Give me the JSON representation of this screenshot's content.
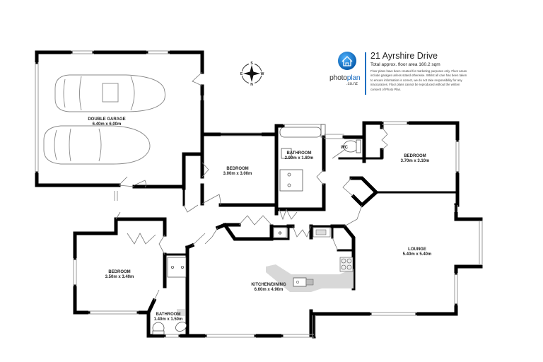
{
  "header": {
    "title": "21 Ayrshire Drive",
    "subtitle": "Total approx. floor area 160.2 sqm",
    "disclaimer": "Floor plans have been created for marketing purposes only. Floor areas include garages unless stated otherwise. Whilst all care has been taken to ensure information is correct, we do not take responsibility for any inaccuracies. Floor plans cannot be reproduced without the written consent of Photo Plan.",
    "logo": {
      "text_main": "photo",
      "text_accent": "plan",
      "text_sub": ".co.nz",
      "icon": "house-icon",
      "accent_color": "#1e6fc2"
    }
  },
  "compass": {
    "top": "S",
    "bottom": "N",
    "left": "E",
    "right": "W",
    "icon": "compass-rose-icon"
  },
  "rooms": [
    {
      "name": "DOUBLE GARAGE",
      "dimensions": "6.40m  x 6.00m"
    },
    {
      "name": "BEDROOM",
      "dimensions": "3.00m  x 3.00m"
    },
    {
      "name": "BATHROOM",
      "dimensions": "2.90m  x 1.80m"
    },
    {
      "name": "WC",
      "dimensions": ""
    },
    {
      "name": "BEDROOM",
      "dimensions": "3.70m  x 3.10m"
    },
    {
      "name": "BEDROOM",
      "dimensions": "3.50m  x 3.40m"
    },
    {
      "name": "KITCHEN/DINING",
      "dimensions": "6.60m  x 4.90m"
    },
    {
      "name": "LOUNGE",
      "dimensions": "5.40m  x 5.40m"
    },
    {
      "name": "BATHROOM",
      "dimensions": "1.40m  x 1.50m"
    }
  ],
  "colors": {
    "wall": "#000000",
    "fixture_line": "#555555",
    "counter_fill": "#d8d8d8",
    "window_line": "#9a9a9a"
  }
}
